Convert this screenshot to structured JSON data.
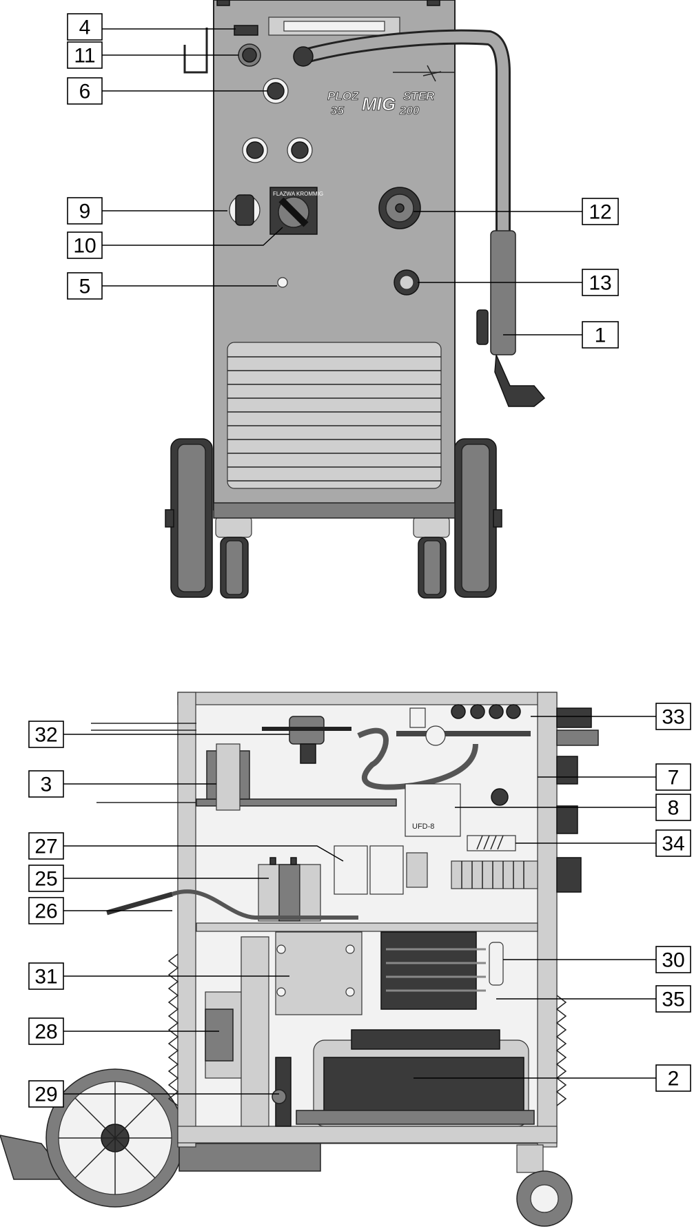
{
  "front_view": {
    "logo": {
      "line1": "PLOZ",
      "model": "35",
      "brand": "MIG",
      "line2": "STER",
      "model2": "200"
    },
    "selector_labels": {
      "left": "FLAZWA",
      "right": "KROMMIG"
    },
    "callouts": [
      {
        "id": "f1",
        "label": "4"
      },
      {
        "id": "f2",
        "label": "11"
      },
      {
        "id": "f3",
        "label": "6"
      },
      {
        "id": "f4",
        "label": "9"
      },
      {
        "id": "f5",
        "label": "10"
      },
      {
        "id": "f6",
        "label": "5"
      },
      {
        "id": "f7",
        "label": "12"
      },
      {
        "id": "f8",
        "label": "13"
      },
      {
        "id": "f9",
        "label": "1"
      }
    ]
  },
  "interior_view": {
    "filter_label": "UFD-8",
    "callouts": [
      {
        "id": "i1",
        "label": "32"
      },
      {
        "id": "i2",
        "label": "3"
      },
      {
        "id": "i3",
        "label": "27"
      },
      {
        "id": "i4",
        "label": "25"
      },
      {
        "id": "i5",
        "label": "26"
      },
      {
        "id": "i6",
        "label": "31"
      },
      {
        "id": "i7",
        "label": "28"
      },
      {
        "id": "i8",
        "label": "29"
      },
      {
        "id": "i9",
        "label": "33"
      },
      {
        "id": "i10",
        "label": "7"
      },
      {
        "id": "i11",
        "label": "8"
      },
      {
        "id": "i12",
        "label": "34"
      },
      {
        "id": "i13",
        "label": "30"
      },
      {
        "id": "i14",
        "label": "35"
      },
      {
        "id": "i15",
        "label": "2"
      }
    ]
  }
}
